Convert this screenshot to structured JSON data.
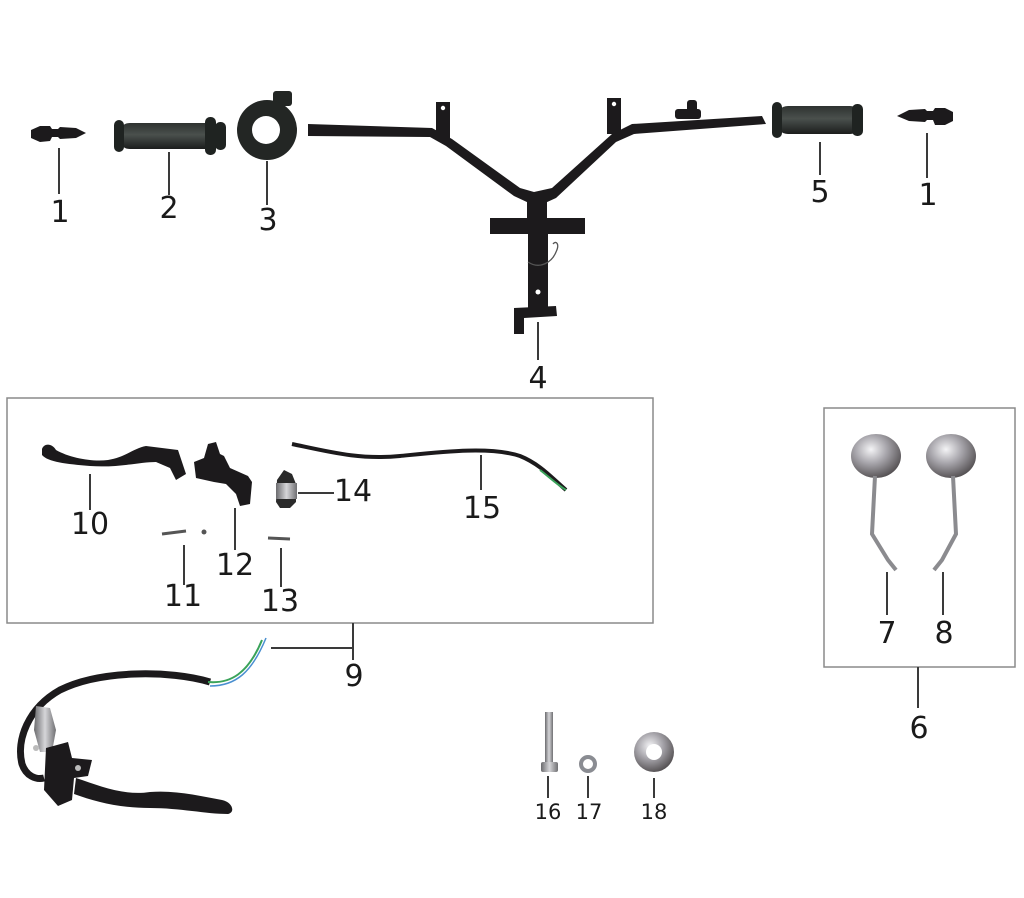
{
  "diagram": {
    "type": "exploded-parts-diagram",
    "subject": "Handlebar assembly",
    "colors": {
      "part_dark": "#1c1a1c",
      "leader_line": "#3a3a3a",
      "box_border": "#8a8a8a",
      "chrome": "#b9b9bd",
      "wire_green": "#3aa35a",
      "wire_blue": "#4a8fd0"
    },
    "parts": [
      {
        "number": "1",
        "name": "grip end plug (left)"
      },
      {
        "number": "2",
        "name": "left hand grip"
      },
      {
        "number": "3",
        "name": "throttle housing"
      },
      {
        "number": "4",
        "name": "handlebar"
      },
      {
        "number": "5",
        "name": "right hand grip"
      },
      {
        "number": "1",
        "name": "grip end plug (right)"
      },
      {
        "number": "6",
        "name": "mirror set"
      },
      {
        "number": "7",
        "name": "left mirror"
      },
      {
        "number": "8",
        "name": "right mirror"
      },
      {
        "number": "9",
        "name": "brake lever assembly"
      },
      {
        "number": "10",
        "name": "brake lever"
      },
      {
        "number": "11",
        "name": "lever pivot bolt"
      },
      {
        "number": "12",
        "name": "lever bracket"
      },
      {
        "number": "13",
        "name": "clamp screw"
      },
      {
        "number": "14",
        "name": "lever clamp"
      },
      {
        "number": "15",
        "name": "brake switch wire"
      },
      {
        "number": "16",
        "name": "bolt"
      },
      {
        "number": "17",
        "name": "nut"
      },
      {
        "number": "18",
        "name": "washer"
      }
    ]
  },
  "labels": {
    "p1_left": "1",
    "p2": "2",
    "p3": "3",
    "p4": "4",
    "p5": "5",
    "p1_right": "1",
    "p6": "6",
    "p7": "7",
    "p8": "8",
    "p9": "9",
    "p10": "10",
    "p11": "11",
    "p12": "12",
    "p13": "13",
    "p14": "14",
    "p15": "15",
    "p16": "16",
    "p17": "17",
    "p18": "18"
  }
}
